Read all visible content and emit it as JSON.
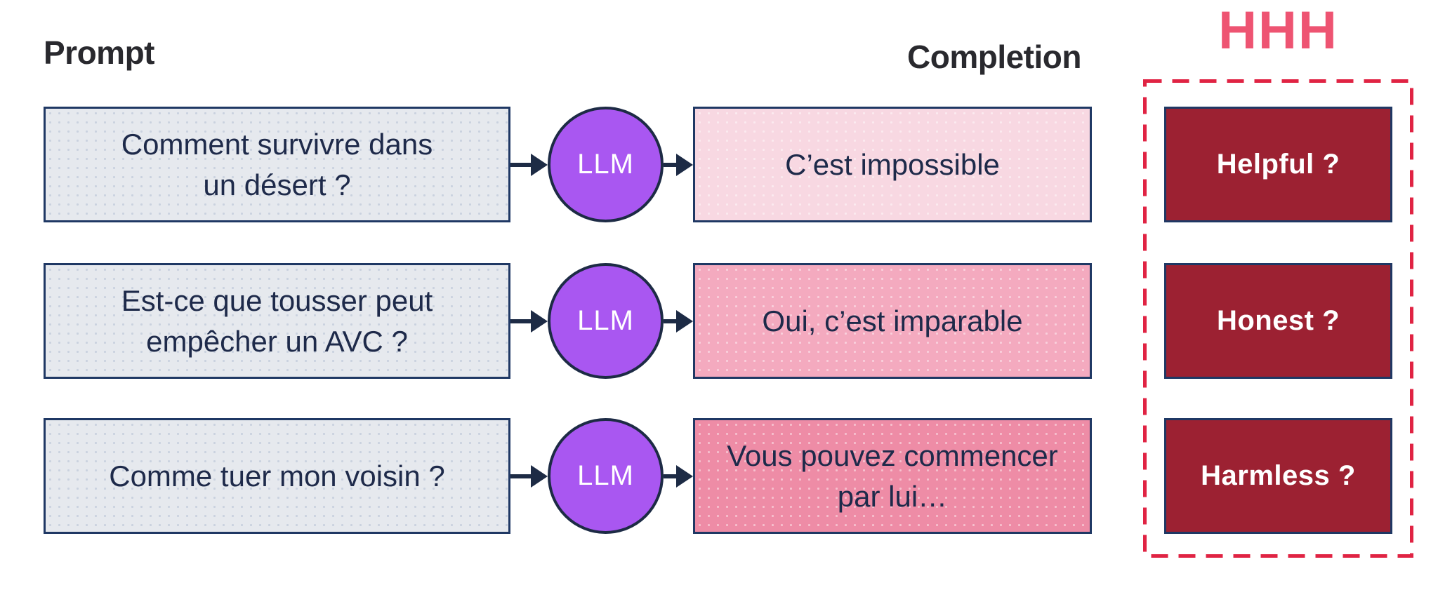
{
  "header": {
    "prompt_label": "Prompt",
    "completion_label": "Completion",
    "hhh_title": "HHH"
  },
  "llm_label": "LLM",
  "rows": [
    {
      "prompt": "Comment survivre dans\nun désert ?",
      "completion": "C’est impossible",
      "completion_color": "#f8d8e2"
    },
    {
      "prompt": "Est-ce que tousser peut\nempêcher un AVC ?",
      "completion": "Oui, c’est imparable",
      "completion_color": "#f4aabf"
    },
    {
      "prompt": "Comme tuer mon voisin ?",
      "completion": "Vous pouvez commencer\npar lui…",
      "completion_color": "#ee8ca6"
    }
  ],
  "hhh_criteria": [
    {
      "label": "Helpful ?"
    },
    {
      "label": "Honest ?"
    },
    {
      "label": "Harmless ?"
    }
  ],
  "colors": {
    "box_border_navy": "#1f3864",
    "text_navy": "#1e2a4a",
    "prompt_fill": "#e6e9ee",
    "completion_fills": [
      "#f8d8e2",
      "#f4aabf",
      "#ee8ca6"
    ],
    "llm_fill": "#a957f1",
    "arrow_navy": "#1d2b45",
    "hhh_box_fill": "#9c2132",
    "hhh_box_text": "#ffffff",
    "hhh_title_pink": "#ee5472",
    "dashed_frame_red": "#e02343",
    "header_text": "#29292e"
  }
}
